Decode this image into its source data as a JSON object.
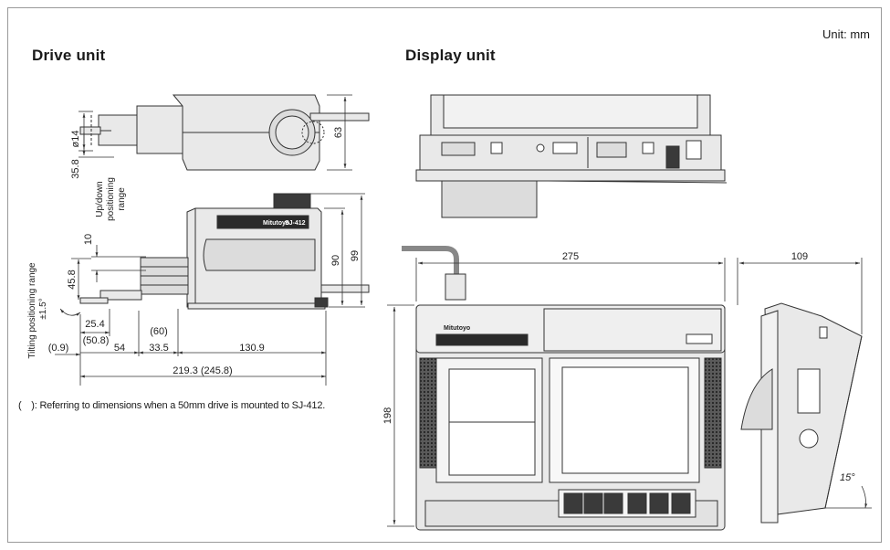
{
  "headings": {
    "drive_unit": "Drive unit",
    "display_unit": "Display unit",
    "unit": "Unit: mm"
  },
  "note": "(　): Referring to dimensions when a 50mm drive is mounted to SJ-412.",
  "drive_dims": {
    "dia14": "ø14",
    "d35_8": "35.8",
    "d63": "63",
    "updown_1": "Up/down",
    "updown_2": "positioning",
    "updown_3": "range",
    "d10": "10",
    "d90": "90",
    "d99": "99",
    "d45_8": "45.8",
    "tilt_1": "Tilting positioning range",
    "tilt_2": "±1.5°",
    "d25_4": "25.4",
    "d50_8": "(50.8)",
    "d0_9": "(0.9)",
    "d54": "54",
    "d60": "(60)",
    "d33_5": "33.5",
    "d130_9": "130.9",
    "d219_3": "219.3 (245.8)"
  },
  "display_dims": {
    "d275": "275",
    "d109": "109",
    "d198": "198",
    "angle": "15°"
  },
  "device_labels": {
    "brand": "Mitutoyo",
    "model": "SJ-412"
  },
  "colors": {
    "body": "#e9e9e9",
    "dark": "#2a2a2a",
    "line": "#333333",
    "frame": "#9a9a9a"
  }
}
